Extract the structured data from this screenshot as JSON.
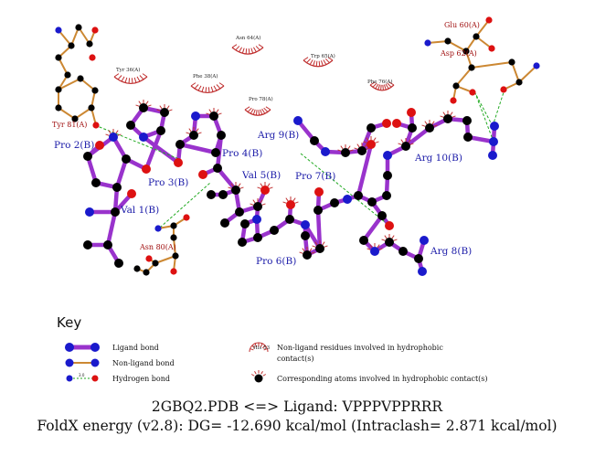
{
  "ligand_residues": [
    "Pro 2(B)",
    "Pro 3(B)",
    "Val 1(B)",
    "Pro 4(B)",
    "Val 5(B)",
    "Pro 6(B)",
    "Pro 7(B)",
    "Arg 9(B)",
    "Arg 10(B)",
    "Arg 8(B)"
  ],
  "interacting_residues": [
    "Tyr 81(A)",
    "Asn 80(A)",
    "Glu 60(A)",
    "Asp 62(A)"
  ],
  "hydrophobic_residues": [
    "Tyr 36(A)",
    "Phe 38(A)",
    "Asn 64(A)",
    "Trp 65(A)",
    "Pro 78(A)",
    "Phe 76(A)"
  ],
  "key": {
    "title": "Key",
    "ligand_bond": "Ligand bond",
    "non_ligand_bond": "Non-ligand bond",
    "hydrogen_bond": "Hydrogen bond",
    "hbond_dist": "3.0",
    "his_example": "His 53",
    "hydrophobic_line1": "Non-ligand residues involved in hydrophobic",
    "hydrophobic_line2": "contact(s)",
    "corresponding_atoms": "Corresponding atoms involved in hydrophobic contact(s)"
  },
  "caption": {
    "line1": "2GBQ2.PDB <=> Ligand: VPPPVPPRRR",
    "line2": "FoldX energy (v2.8): DG= -12.690 kcal/mol (Intraclash= 2.871 kcal/mol)"
  },
  "colors": {
    "ligand_bond": "#9933cc",
    "non_ligand_bond": "#cc8833",
    "hydrogen_bond": "#22aa22",
    "carbon": "#000000",
    "nitrogen": "#1a1acc",
    "oxygen": "#dd1111",
    "ligand_label": "#1a1aa8",
    "residue_label": "#a01010",
    "arc": "#c03030"
  }
}
